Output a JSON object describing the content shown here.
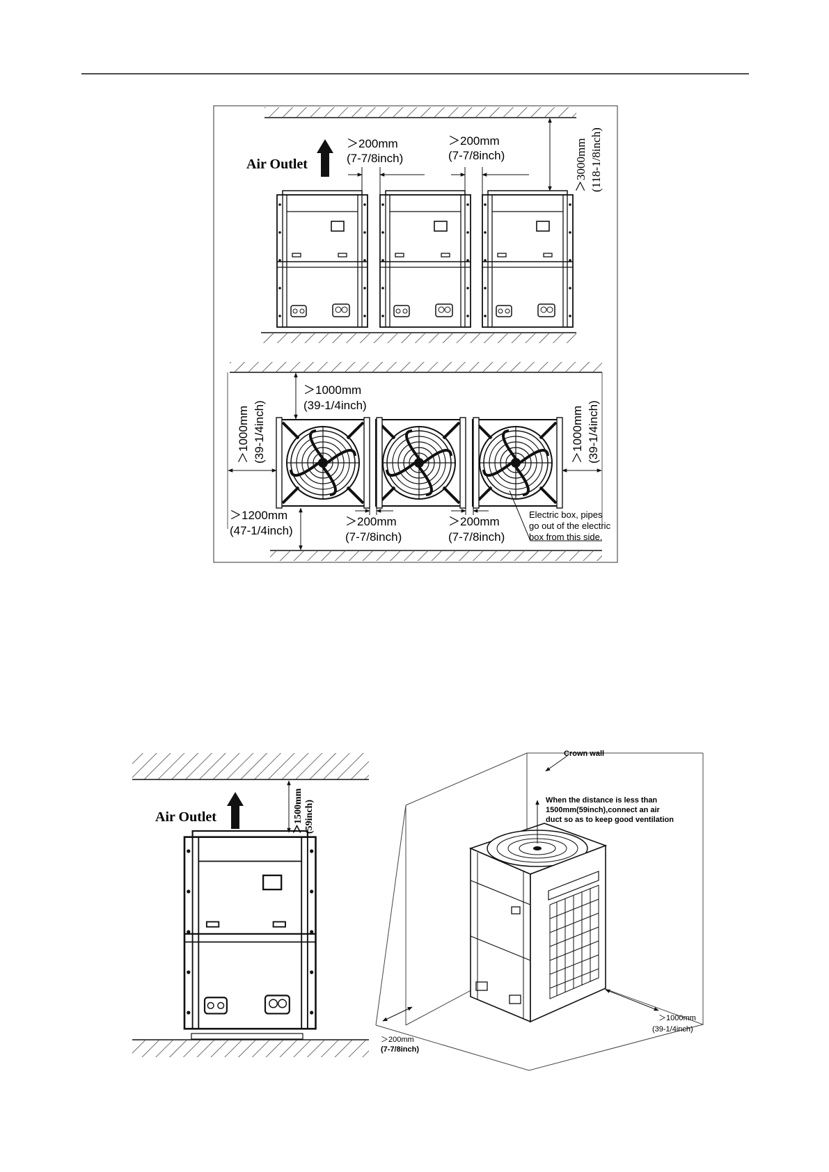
{
  "top_diagram": {
    "air_outlet": "Air Outlet",
    "gap1_mm": "＞200mm",
    "gap1_in": "(7-7/8inch)",
    "gap2_mm": "＞200mm",
    "gap2_in": "(7-7/8inch)",
    "top_mm": "＞3000mm",
    "top_in": "(118-1/8inch)"
  },
  "plan_diagram": {
    "top_mm": "＞1000mm",
    "top_in": "(39-1/4inch)",
    "left_mm": "＞1000mm",
    "left_in": "(39-1/4inch)",
    "right_mm": "＞1000mm",
    "right_in": "(39-1/4inch)",
    "bottom_mm": "＞1200mm",
    "bottom_in": "(47-1/4inch)",
    "gap1_mm": "＞200mm",
    "gap1_in": "(7-7/8inch)",
    "gap2_mm": "＞200mm",
    "gap2_in": "(7-7/8inch)",
    "note_line1": "Electric box, pipes",
    "note_line2": "go out of the electric",
    "note_line3": "box from this side."
  },
  "single_front": {
    "air_outlet": "Air Outlet",
    "top_mm": "＞1500mm",
    "top_in": "(59inch)"
  },
  "iso_diagram": {
    "crown_wall": "Crown wall",
    "note_line1": "When the distance is less than",
    "note_line2": "1500mm(59inch),connect an air",
    "note_line3": "duct so as to keep good ventilation",
    "left_mm": "＞200mm",
    "left_in": "(7-7/8inch)",
    "right_mm": "＞1000mm",
    "right_in": "(39-1/4inch)"
  }
}
